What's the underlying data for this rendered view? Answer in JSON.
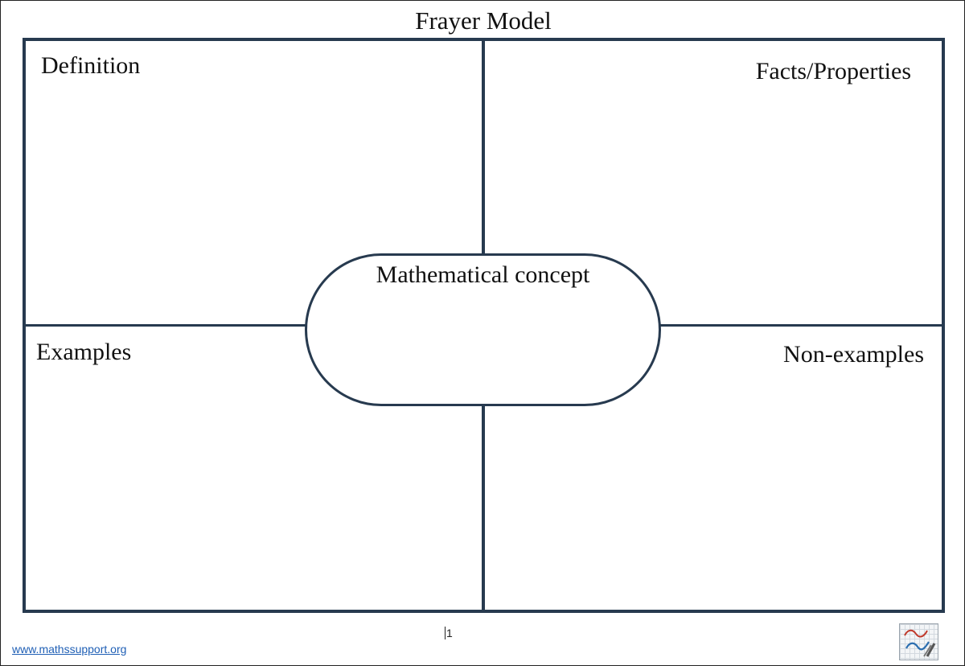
{
  "document": {
    "title": "Frayer Model",
    "quadrants": {
      "top_left": "Definition",
      "top_right": "Facts/Properties",
      "bottom_left": "Examples",
      "bottom_right": "Non-examples"
    },
    "center_label": "Mathematical concept"
  },
  "footer": {
    "website": "www.mathssupport.org",
    "page_number": "1"
  },
  "colors": {
    "frame": "#273a4f",
    "link": "#1f5fb5"
  },
  "icons": {
    "logo": "maths-support-logo"
  }
}
